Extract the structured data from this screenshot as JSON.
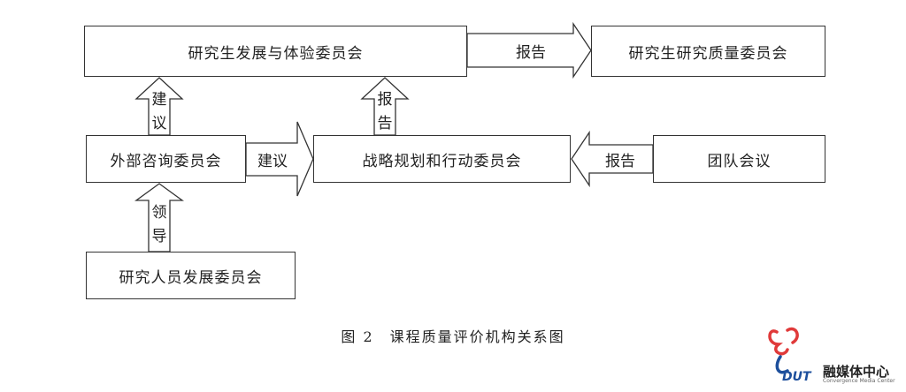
{
  "boxes": {
    "grad_dev": "研究生发展与体验委员会",
    "grad_quality": "研究生研究质量委员会",
    "external": "外部咨询委员会",
    "strategy": "战略规划和行动委员会",
    "team": "团队会议",
    "staff_dev": "研究人员发展委员会"
  },
  "arrows": {
    "report_top": "报告",
    "suggest_up": "建议",
    "report_up": "报告",
    "suggest_right": "建议",
    "report_left": "报告",
    "lead_up": "领导"
  },
  "caption": "图 2　课程质量评价机构关系图",
  "logo": {
    "name": "融媒体中心",
    "subtitle": "Convergence Media Center",
    "mark": "DUT"
  },
  "colors": {
    "line": "#333333",
    "logo_red": "#e03a3a",
    "logo_blue": "#1d4f9c"
  }
}
